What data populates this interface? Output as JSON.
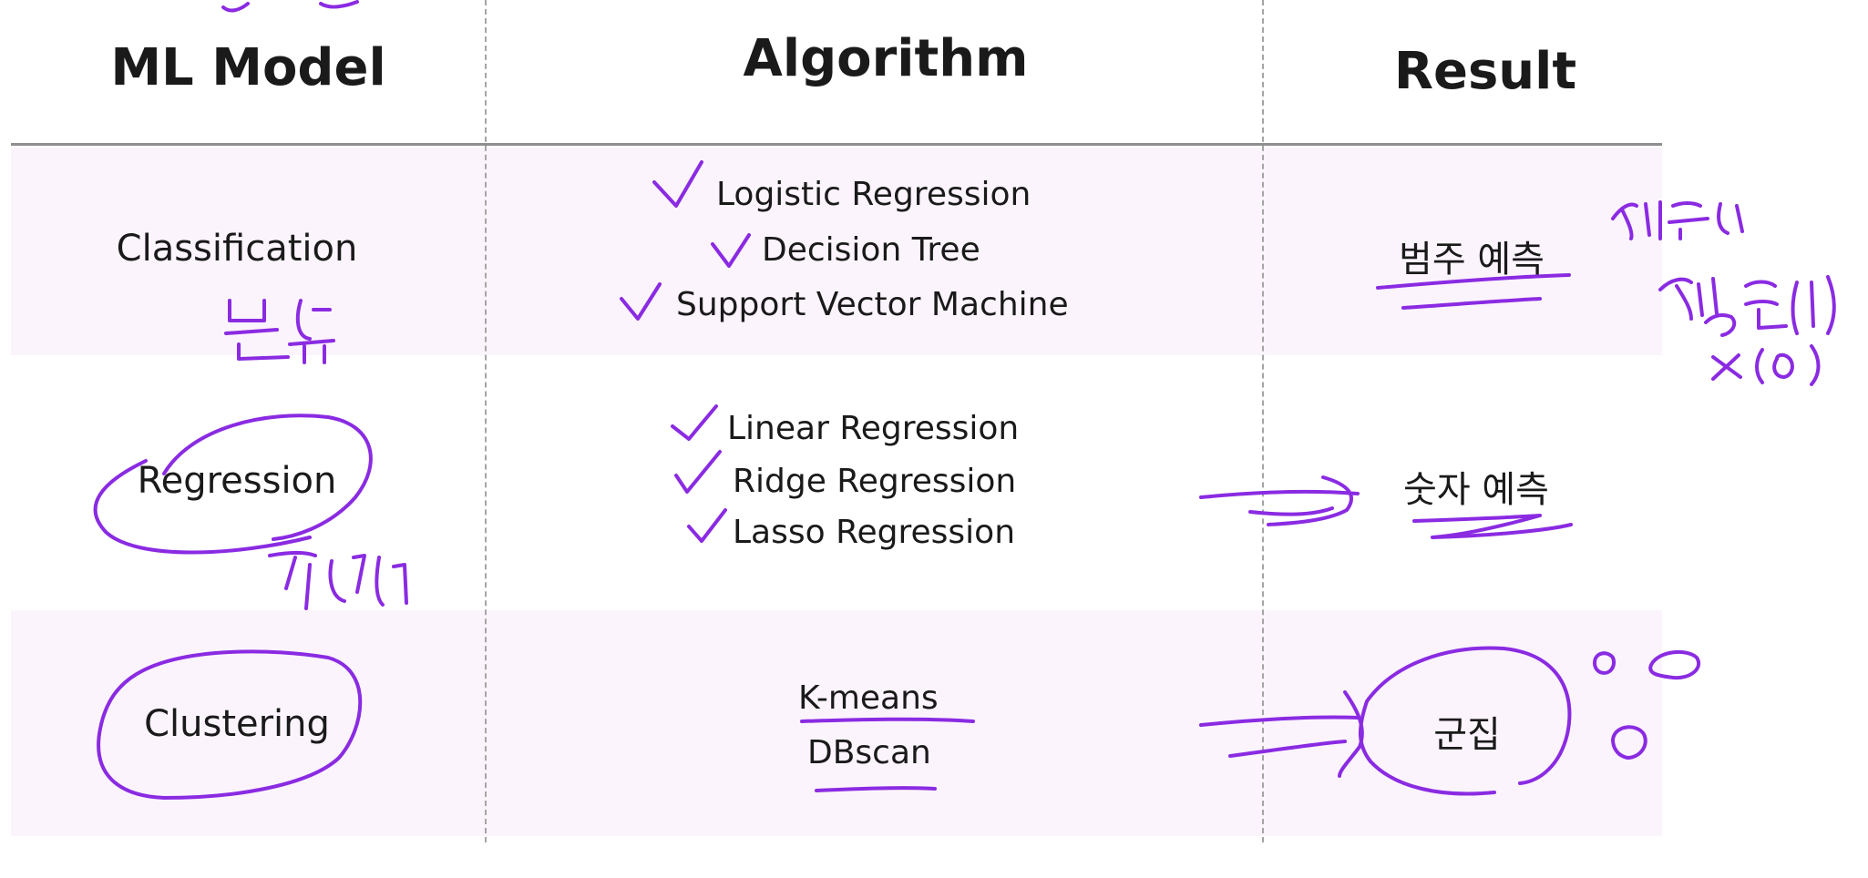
{
  "headers": {
    "model": "ML Model",
    "algorithm": "Algorithm",
    "result": "Result"
  },
  "rows": [
    {
      "model": "Classification",
      "algorithms": [
        "Logistic Regression",
        "Decision Tree",
        "Support Vector Machine"
      ],
      "result": "범주 예측"
    },
    {
      "model": "Regression",
      "algorithms": [
        "Linear Regression",
        "Ridge Regression",
        "Lasso Regression"
      ],
      "result": "숫자 예측"
    },
    {
      "model": "Clustering",
      "algorithms": [
        "K-means",
        "DBscan"
      ],
      "result": "군집"
    }
  ],
  "annotation_color": "#8a2be2"
}
